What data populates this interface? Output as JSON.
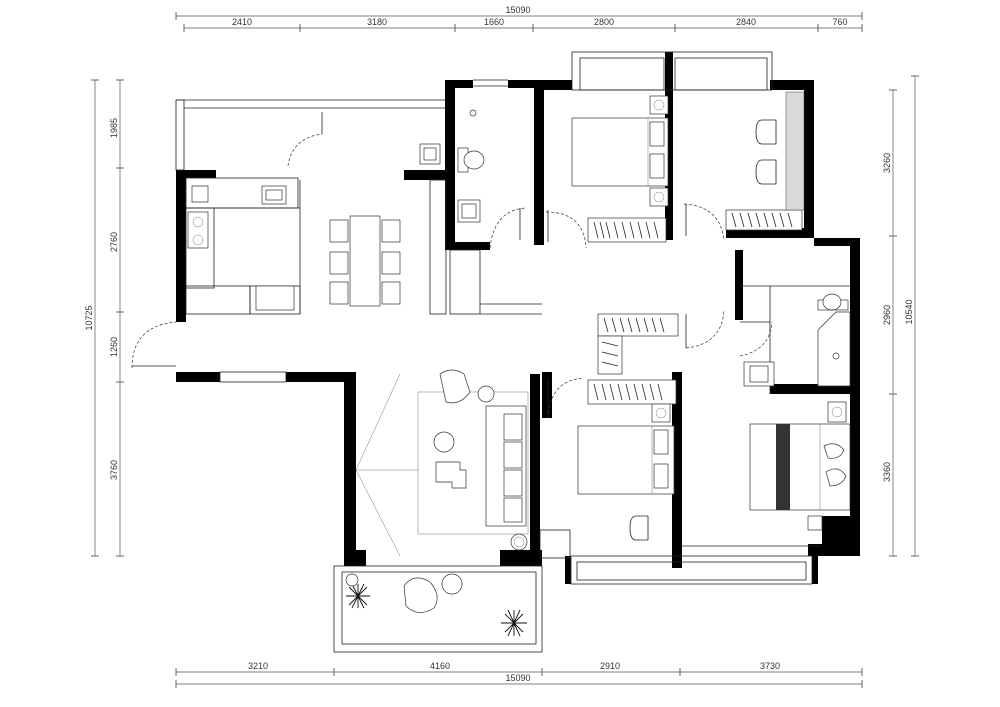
{
  "dimensions": {
    "top_total": "15090",
    "top": [
      "2410",
      "3180",
      "1660",
      "2800",
      "2840",
      "760"
    ],
    "bottom_total": "15090",
    "bottom": [
      "3210",
      "4160",
      "2910",
      "3730"
    ],
    "left_total": "10725",
    "left": [
      "1985",
      "2760",
      "1260",
      "3760"
    ],
    "right_total": "10540",
    "right": [
      "3260",
      "2960",
      "3360"
    ]
  },
  "colors": {
    "wall": "#000000",
    "line": "#333333",
    "accent_grey": "#d9d9d9"
  },
  "icons": [
    "toilet-icon",
    "sink-icon",
    "bed-icon",
    "stove-icon",
    "sofa-icon",
    "plant-icon",
    "wardrobe-icon",
    "dining-table-icon",
    "chair-icon"
  ]
}
